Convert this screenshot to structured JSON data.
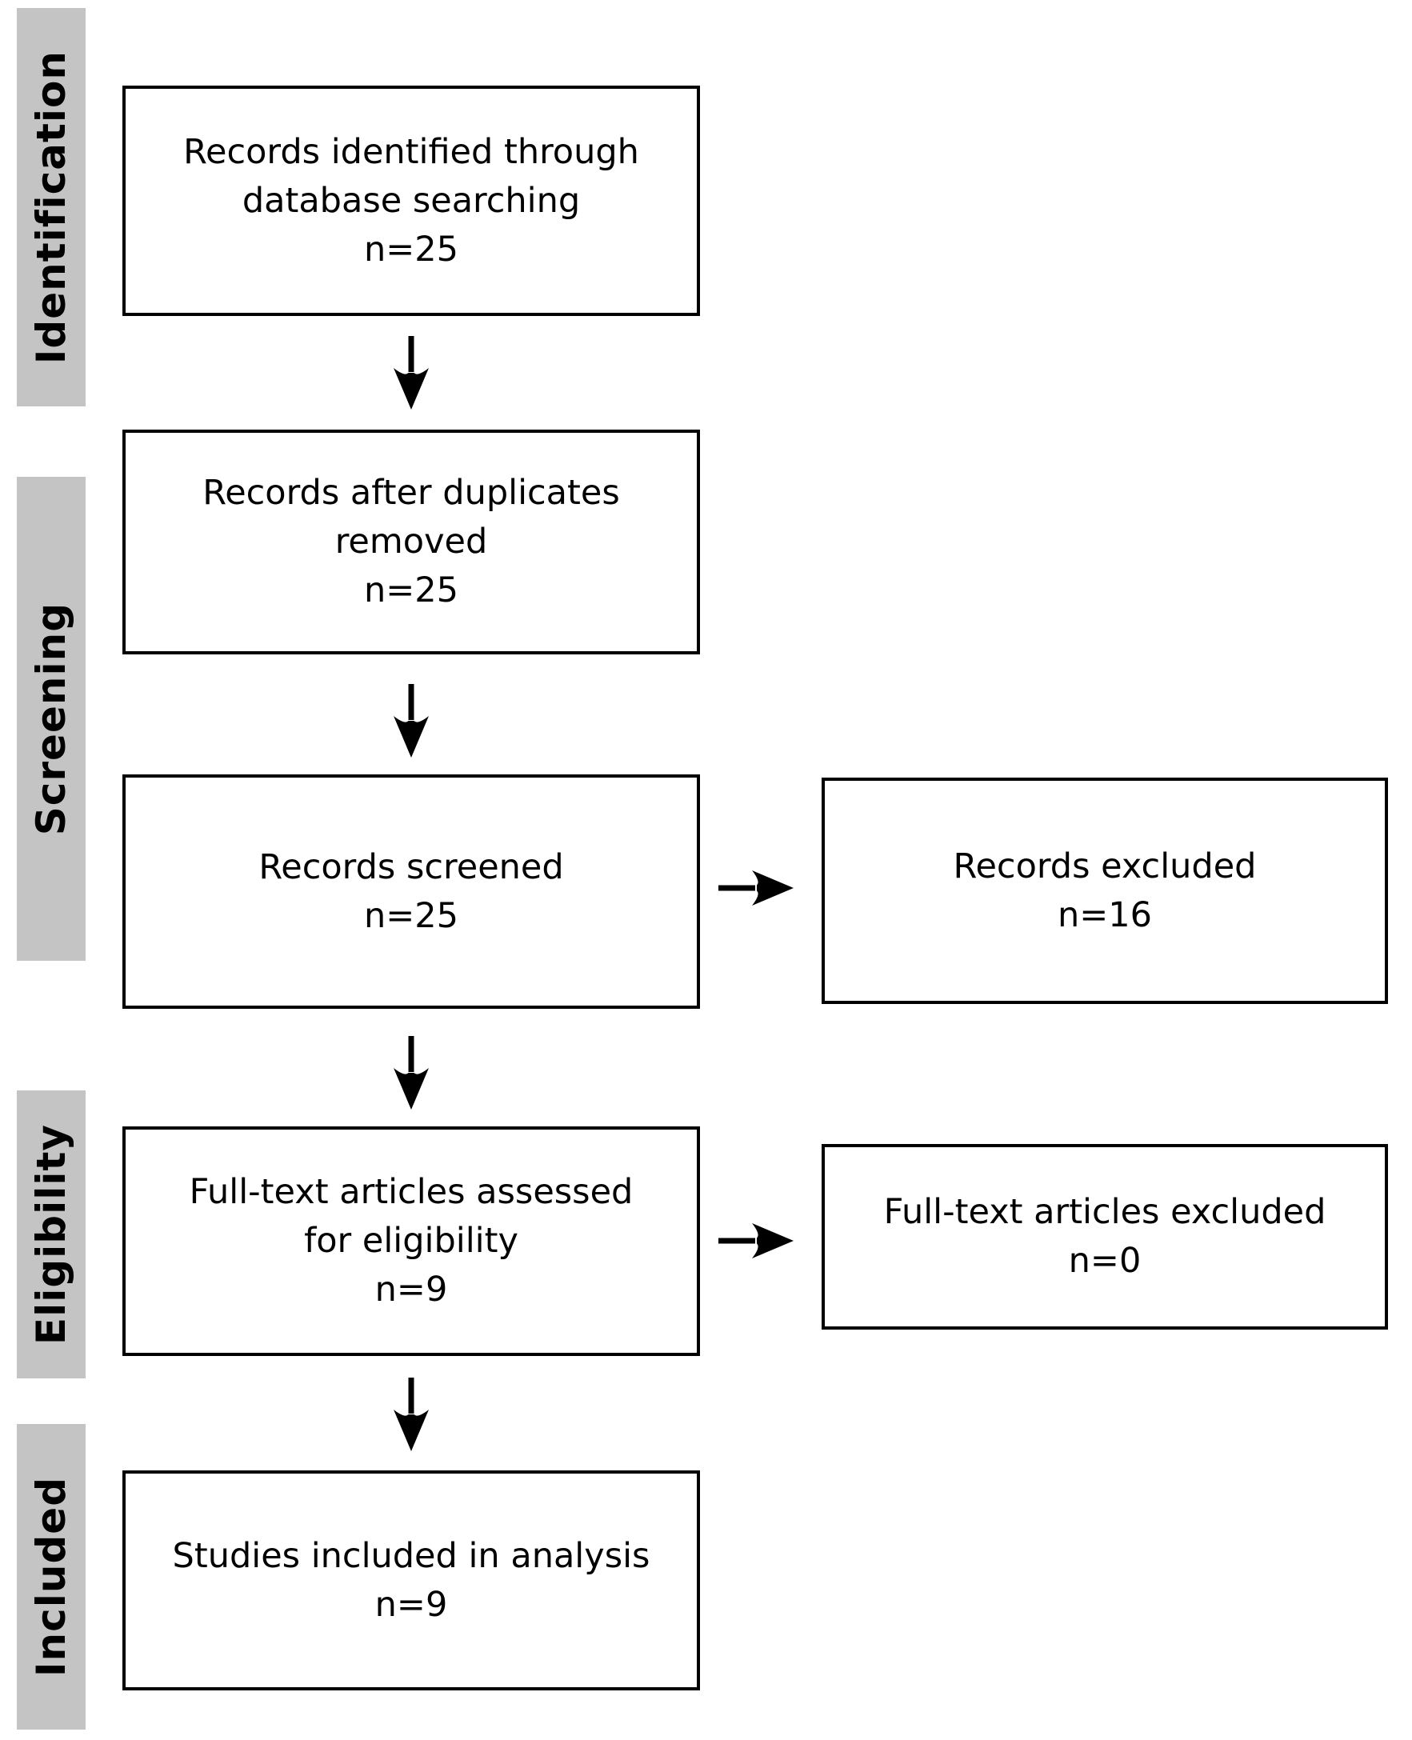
{
  "colors": {
    "background": "#ffffff",
    "stage_bar_bg": "#c4c4c4",
    "box_border": "#000000",
    "box_bg": "#ffffff",
    "arrow_color": "#000000",
    "text_color": "#000000"
  },
  "stages": [
    {
      "label": "Identification"
    },
    {
      "label": "Screening"
    },
    {
      "label": "Eligibility"
    },
    {
      "label": "Included"
    }
  ],
  "boxes": {
    "identified": {
      "line1": "Records identified through",
      "line2": "database searching",
      "count": "n=25"
    },
    "deduplicated": {
      "line1": "Records after duplicates",
      "line2": "removed",
      "count": "n=25"
    },
    "screened": {
      "line1": "Records screened",
      "count": "n=25"
    },
    "records_excluded": {
      "line1": "Records excluded",
      "count": "n=16"
    },
    "fulltext_assessed": {
      "line1": "Full-text articles assessed",
      "line2": "for eligibility",
      "count": "n=9"
    },
    "fulltext_excluded": {
      "line1": "Full-text articles excluded",
      "count": "n=0"
    },
    "included_analysis": {
      "line1": "Studies included in analysis",
      "count": "n=9"
    }
  },
  "icons": {
    "down_arrow": "arrow-down",
    "right_arrow": "arrow-right"
  }
}
